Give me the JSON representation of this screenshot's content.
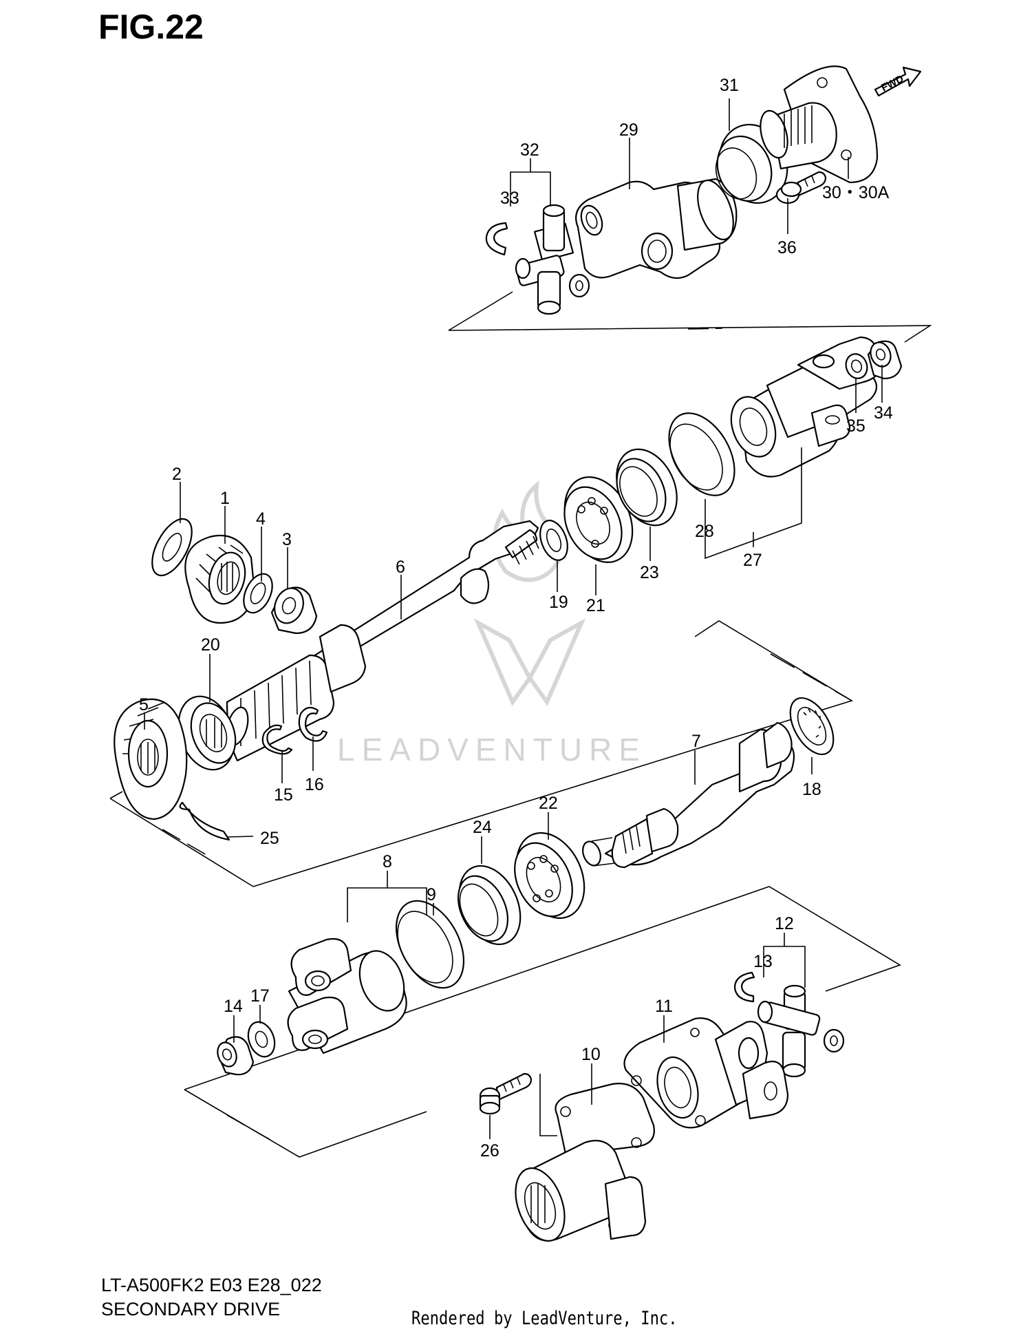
{
  "figure": {
    "title": "FIG.22",
    "model_code": "LT-A500FK2 E03 E28_022",
    "section_name": "SECONDARY DRIVE",
    "render_credit": "Rendered by LeadVenture, Inc.",
    "watermark": "LEADVENTURE",
    "direction_tag": "FWD"
  },
  "callouts": {
    "p1": "1",
    "p2": "2",
    "p3": "3",
    "p4": "4",
    "p5": "5",
    "p6": "6",
    "p7": "7",
    "p8": "8",
    "p9": "9",
    "p10": "10",
    "p11": "11",
    "p12": "12",
    "p13": "13",
    "p14": "14",
    "p15": "15",
    "p16": "16",
    "p17": "17",
    "p18": "18",
    "p19": "19",
    "p20": "20",
    "p21": "21",
    "p22": "22",
    "p23": "23",
    "p24": "24",
    "p25": "25",
    "p26": "26",
    "p27": "27",
    "p28": "28",
    "p29": "29",
    "p30": "30・30A",
    "p31": "31",
    "p32": "32",
    "p33": "33",
    "p34": "34",
    "p35": "35",
    "p36": "36"
  },
  "colors": {
    "line": "#000000",
    "background": "#ffffff",
    "watermark": "#d4d4d4"
  }
}
